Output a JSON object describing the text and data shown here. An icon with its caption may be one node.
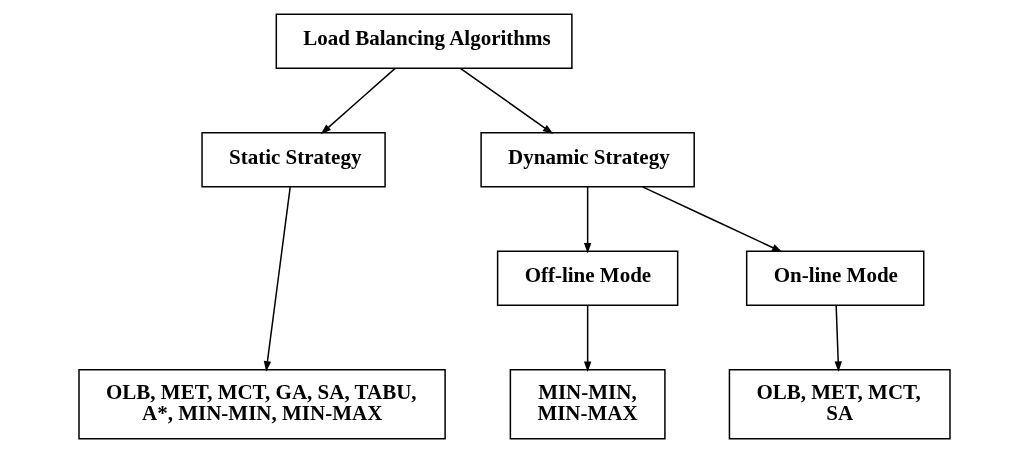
{
  "diagram": {
    "nodes": [
      {
        "text": [
          "Load Balancing Algorithms"
        ]
      },
      {
        "text": [
          "Static Strategy"
        ]
      },
      {
        "text": [
          "Dynamic Strategy"
        ]
      },
      {
        "text": [
          "Off-line Mode"
        ]
      },
      {
        "text": [
          "On-line Mode"
        ]
      },
      {
        "text": [
          "OLB, MET, MCT, GA, SA, TABU, A*, MIN-MIN, MIN-MAX"
        ]
      },
      {
        "text": [
          "MIN-MIN, MIN-MAX"
        ]
      },
      {
        "text": [
          "OLB, MET, MCT, SA"
        ]
      }
    ],
    "edges": [
      {
        "from": 0,
        "to": 1,
        "arrow": "to"
      },
      {
        "from": 0,
        "to": 2,
        "arrow": "to"
      },
      {
        "from": 2,
        "to": 3,
        "arrow": "to"
      },
      {
        "from": 2,
        "to": 4,
        "arrow": "to"
      },
      {
        "from": 1,
        "to": 5,
        "arrow": "to"
      },
      {
        "from": 3,
        "to": 6,
        "arrow": "to"
      },
      {
        "from": 4,
        "to": 7,
        "arrow": "to"
      }
    ]
  }
}
